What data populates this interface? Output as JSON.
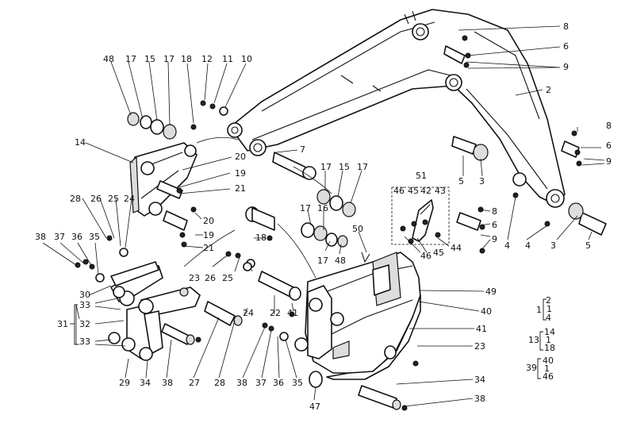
{
  "callouts": [
    {
      "id": "c8a",
      "text": "8"
    },
    {
      "id": "c6a",
      "text": "6"
    },
    {
      "id": "c9a",
      "text": "9"
    },
    {
      "id": "c2",
      "text": "2"
    },
    {
      "id": "c48a",
      "text": "48"
    },
    {
      "id": "c17a",
      "text": "17"
    },
    {
      "id": "c15a",
      "text": "15"
    },
    {
      "id": "c17b",
      "text": "17"
    },
    {
      "id": "c18a",
      "text": "18"
    },
    {
      "id": "c12",
      "text": "12"
    },
    {
      "id": "c11",
      "text": "11"
    },
    {
      "id": "c10",
      "text": "10"
    },
    {
      "id": "c8b",
      "text": "8"
    },
    {
      "id": "c6b",
      "text": "6"
    },
    {
      "id": "c9b",
      "text": "9"
    },
    {
      "id": "c14",
      "text": "14"
    },
    {
      "id": "c7",
      "text": "7"
    },
    {
      "id": "c20a",
      "text": "20"
    },
    {
      "id": "c19a",
      "text": "19"
    },
    {
      "id": "c21a",
      "text": "21"
    },
    {
      "id": "c5a",
      "text": "5"
    },
    {
      "id": "c3a",
      "text": "3"
    },
    {
      "id": "c17c",
      "text": "17"
    },
    {
      "id": "c15b",
      "text": "15"
    },
    {
      "id": "c17d",
      "text": "17"
    },
    {
      "id": "c51",
      "text": "51"
    },
    {
      "id": "c46a",
      "text": "46"
    },
    {
      "id": "c45a",
      "text": "45"
    },
    {
      "id": "c42",
      "text": "42"
    },
    {
      "id": "c43",
      "text": "43"
    },
    {
      "id": "c28a",
      "text": "28"
    },
    {
      "id": "c26a",
      "text": "26"
    },
    {
      "id": "c25a",
      "text": "25"
    },
    {
      "id": "c24a",
      "text": "24"
    },
    {
      "id": "c20b",
      "text": "20"
    },
    {
      "id": "c17e",
      "text": "17"
    },
    {
      "id": "c16",
      "text": "16"
    },
    {
      "id": "c8c",
      "text": "8"
    },
    {
      "id": "c6c",
      "text": "6"
    },
    {
      "id": "c9c",
      "text": "9"
    },
    {
      "id": "c19b",
      "text": "19"
    },
    {
      "id": "c18b",
      "text": "18"
    },
    {
      "id": "c21b",
      "text": "21"
    },
    {
      "id": "c50",
      "text": "50"
    },
    {
      "id": "c44",
      "text": "44"
    },
    {
      "id": "c46b",
      "text": "46"
    },
    {
      "id": "c45b",
      "text": "45"
    },
    {
      "id": "c4a",
      "text": "4"
    },
    {
      "id": "c4b",
      "text": "4"
    },
    {
      "id": "c3b",
      "text": "3"
    },
    {
      "id": "c5b",
      "text": "5"
    },
    {
      "id": "c38a",
      "text": "38"
    },
    {
      "id": "c37a",
      "text": "37"
    },
    {
      "id": "c36a",
      "text": "36"
    },
    {
      "id": "c35a",
      "text": "35"
    },
    {
      "id": "c17f",
      "text": "17"
    },
    {
      "id": "c48b",
      "text": "48"
    },
    {
      "id": "c23a",
      "text": "23"
    },
    {
      "id": "c26b",
      "text": "26"
    },
    {
      "id": "c25b",
      "text": "25"
    },
    {
      "id": "c49",
      "text": "49"
    },
    {
      "id": "c30",
      "text": "30"
    },
    {
      "id": "c40",
      "text": "40"
    },
    {
      "id": "c33a",
      "text": "33"
    },
    {
      "id": "c31",
      "text": "31"
    },
    {
      "id": "c32",
      "text": "32"
    },
    {
      "id": "c24b",
      "text": "24"
    },
    {
      "id": "c22",
      "text": "22"
    },
    {
      "id": "c41a",
      "text": "41"
    },
    {
      "id": "c33b",
      "text": "33"
    },
    {
      "id": "c41b",
      "text": "41"
    },
    {
      "id": "c23b",
      "text": "23"
    },
    {
      "id": "c29",
      "text": "29"
    },
    {
      "id": "c34a",
      "text": "34"
    },
    {
      "id": "c38b",
      "text": "38"
    },
    {
      "id": "c27",
      "text": "27"
    },
    {
      "id": "c28b",
      "text": "28"
    },
    {
      "id": "c38c",
      "text": "38"
    },
    {
      "id": "c37b",
      "text": "37"
    },
    {
      "id": "c36b",
      "text": "36"
    },
    {
      "id": "c35b",
      "text": "35"
    },
    {
      "id": "c34b",
      "text": "34"
    },
    {
      "id": "c38d",
      "text": "38"
    },
    {
      "id": "c47",
      "text": "47"
    }
  ],
  "legend": [
    {
      "head": "1",
      "items": [
        "2",
        "1",
        "4"
      ]
    },
    {
      "head": "13",
      "items": [
        "14",
        "1",
        "18"
      ]
    },
    {
      "head": "39",
      "items": [
        "40",
        "1",
        "46"
      ]
    }
  ]
}
